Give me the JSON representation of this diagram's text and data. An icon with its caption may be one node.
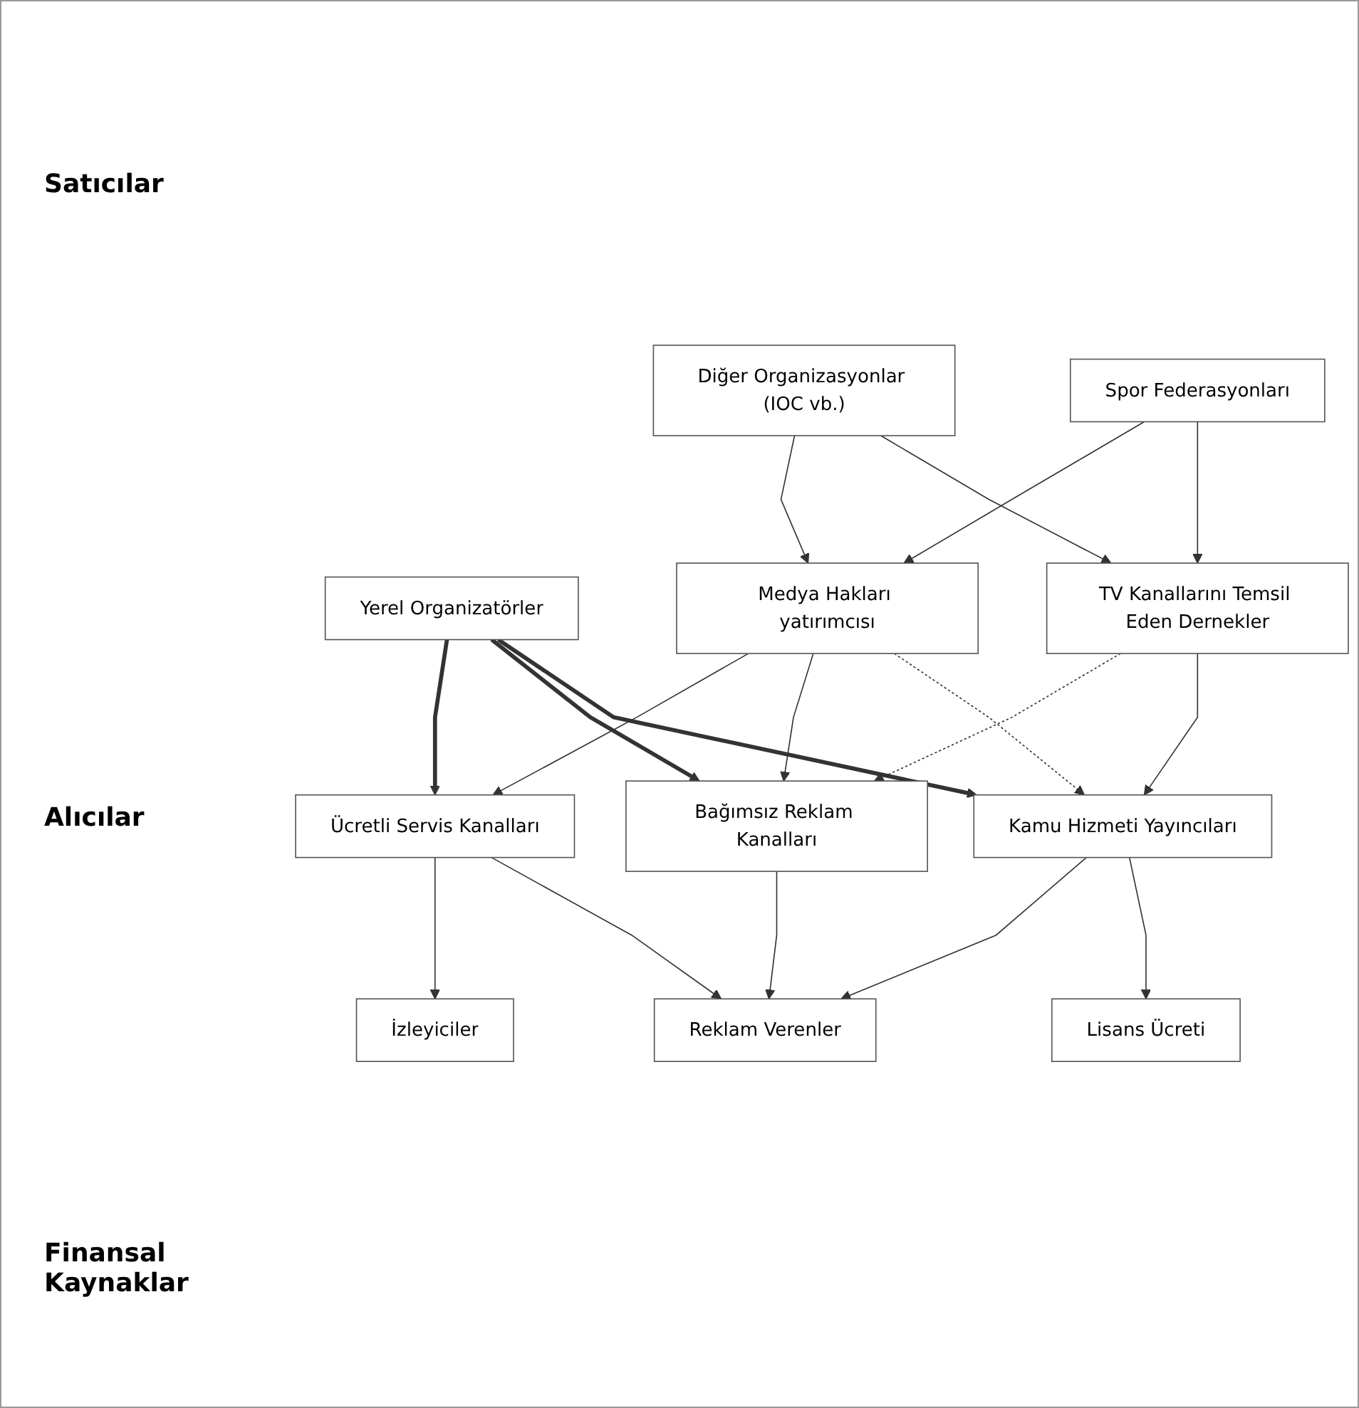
{
  "diagram": {
    "nodes": [
      {
        "text": [
          "Spor Federasyonları"
        ]
      },
      {
        "text": [
          "Yerel Organizatörler"
        ]
      },
      {
        "text": [
          "Diğer Organizasyonlar (IOC vb.)"
        ]
      },
      {
        "text": [
          "TV Kanallarını Temsil Eden Dernekler"
        ]
      },
      {
        "text": [
          "Medya Hakları yatırımcısı"
        ]
      },
      {
        "text": [
          "Kamu Hizmeti Yayıncıları"
        ]
      },
      {
        "text": [
          "Bağımsız Reklam Kanalları"
        ]
      },
      {
        "text": [
          "Ücretli Servis Kanalları"
        ]
      },
      {
        "text": [
          "Lisans Ücreti"
        ]
      },
      {
        "text": [
          "Reklam Verenler"
        ]
      },
      {
        "text": [
          "İzleyiciler"
        ]
      }
    ],
    "edges": [
      {
        "from": 0,
        "to": 3,
        "arrow": "to"
      },
      {
        "from": 0,
        "to": 4,
        "arrow": "to"
      },
      {
        "from": 2,
        "to": 3,
        "arrow": "to"
      },
      {
        "from": 2,
        "to": 4,
        "arrow": "to"
      },
      {
        "from": 1,
        "to": 5,
        "arrow": "to",
        "style": "thick"
      },
      {
        "from": 1,
        "to": 6,
        "arrow": "to",
        "style": "thick"
      },
      {
        "from": 1,
        "to": 7,
        "arrow": "to",
        "style": "thick"
      },
      {
        "from": 3,
        "to": 5,
        "arrow": "to"
      },
      {
        "from": 3,
        "to": 6,
        "arrow": "to",
        "style": "dashed"
      },
      {
        "from": 4,
        "to": 5,
        "arrow": "to",
        "style": "dashed"
      },
      {
        "from": 4,
        "to": 6,
        "arrow": "to"
      },
      {
        "from": 4,
        "to": 7,
        "arrow": "to"
      },
      {
        "from": 5,
        "to": 8,
        "arrow": "to"
      },
      {
        "from": 5,
        "to": 9,
        "arrow": "to"
      },
      {
        "from": 6,
        "to": 9,
        "arrow": "to"
      },
      {
        "from": 7,
        "to": 9,
        "arrow": "to"
      },
      {
        "from": 7,
        "to": 10,
        "arrow": "to"
      }
    ],
    "labels": [
      "Satıcılar",
      "Alıcılar",
      "Finansal Kaynaklar"
    ]
  }
}
